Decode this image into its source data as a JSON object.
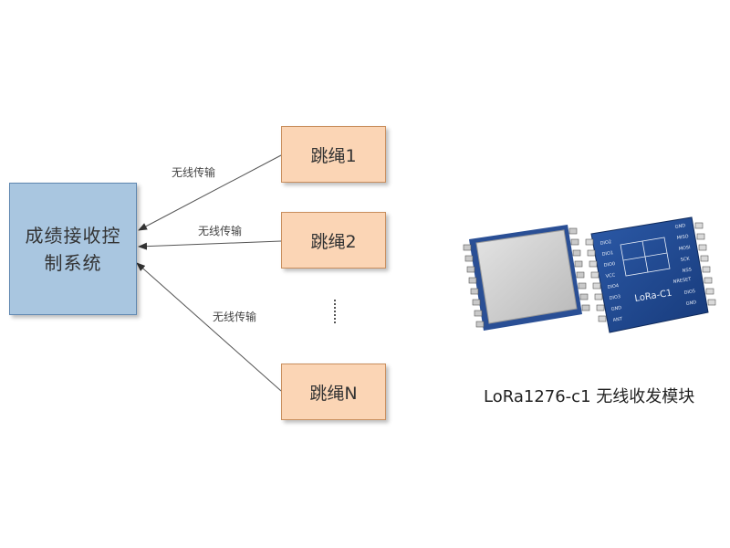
{
  "diagram": {
    "control_system": {
      "line1": "成绩接收控",
      "line2": "制系统"
    },
    "ropes": [
      {
        "label": "跳绳1"
      },
      {
        "label": "跳绳2"
      },
      {
        "label": "跳绳N"
      }
    ],
    "edge_label": "无线传输",
    "edges": [
      "无线传输",
      "无线传输",
      "无线传输"
    ]
  },
  "module": {
    "caption": "LoRa1276-c1 无线收发模块",
    "board_text": "LoRa-C1",
    "pins_left": [
      "DIO2",
      "DIO1",
      "DIO0",
      "VCC",
      "DIO4",
      "DIO3",
      "GND",
      "ANT"
    ],
    "pins_right": [
      "GND",
      "MISO",
      "MOSI",
      "SCK",
      "NSS",
      "NRESET",
      "DIO5",
      "GND"
    ]
  }
}
